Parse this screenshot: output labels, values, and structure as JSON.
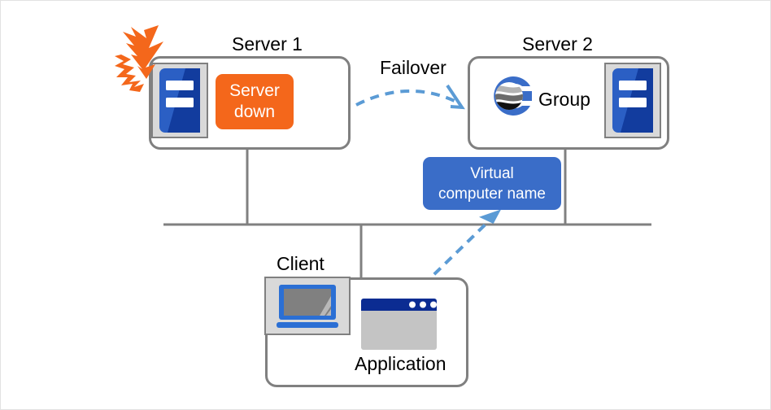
{
  "diagram": {
    "title_not_shown": "",
    "colors": {
      "box_border": "#808080",
      "orange_status": "#F4671B",
      "virtual_name_blue": "#3A6DC8",
      "server_blue": "#2B5FC4",
      "server_blue_dark": "#123C9E",
      "arrow_blue": "#5B9BD5",
      "icon_bg_gray": "#D9D9D9",
      "app_titlebar_navy": "#0B2C92",
      "app_body_gray": "#C4C4C4",
      "screen_gray": "#808080",
      "laptop_blue": "#2B6FD4",
      "text_black": "#000000"
    },
    "nodes": {
      "server1": {
        "caption": "Server 1",
        "status_label": "Server\ndown",
        "status_line1": "Server",
        "status_line2": "down",
        "icon": "server-icon",
        "alert_icon": "burst-icon"
      },
      "server2": {
        "caption": "Server 2",
        "group_label": "Group",
        "group_icon": "group-logo-icon",
        "icon": "server-icon"
      },
      "client": {
        "caption": "Client",
        "device_icon": "laptop-icon",
        "app_label": "Application",
        "app_icon": "application-window-icon"
      },
      "virtual_computer_name": {
        "line1": "Virtual",
        "line2": "computer  name"
      }
    },
    "connections": {
      "failover": {
        "label": "Failover",
        "style": "dashed-curved-arrow",
        "from": "server1",
        "to": "server2"
      },
      "app_to_vcn": {
        "label": "",
        "style": "dashed-straight-arrow",
        "from": "client-application",
        "to": "virtual-computer-name"
      },
      "network_bus": {
        "label": "",
        "style": "solid-line",
        "members": [
          "server1",
          "server2",
          "client"
        ]
      }
    }
  }
}
